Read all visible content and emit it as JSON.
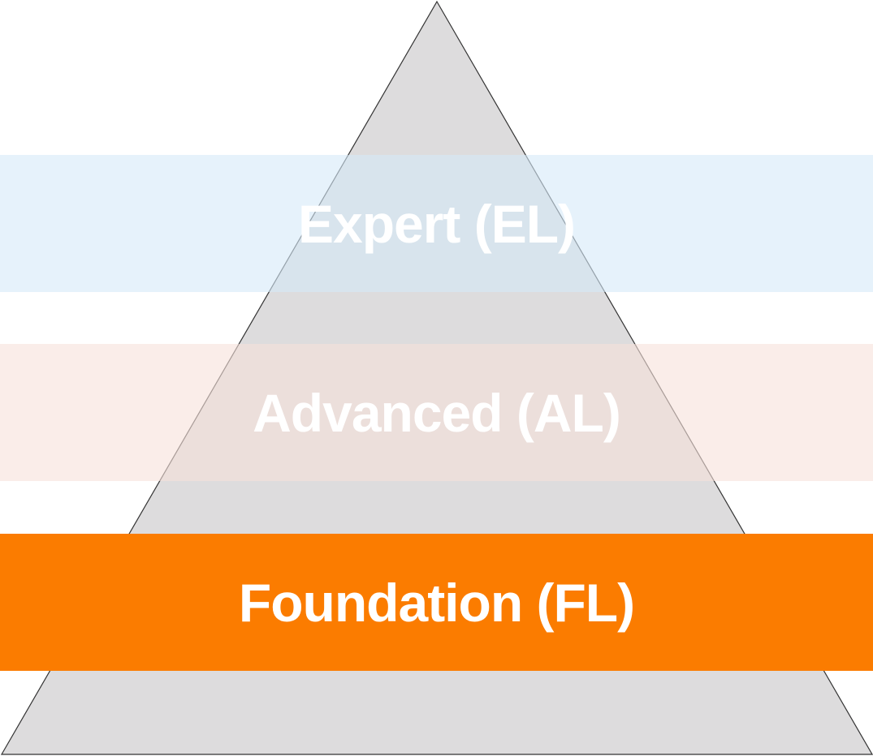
{
  "colors": {
    "pyramid_fill": "#dddcdd",
    "pyramid_stroke": "#333333",
    "expert_band": "#d6e9f8",
    "advanced_band": "#f6e1db",
    "foundation_band": "#fb7c00",
    "label_text": "#ffffff"
  },
  "levels": [
    {
      "id": "expert",
      "label": "Expert (EL)",
      "band_opacity": 0.6
    },
    {
      "id": "advanced",
      "label": "Advanced (AL)",
      "band_opacity": 0.6
    },
    {
      "id": "foundation",
      "label": "Foundation (FL)",
      "band_opacity": 1.0
    }
  ]
}
